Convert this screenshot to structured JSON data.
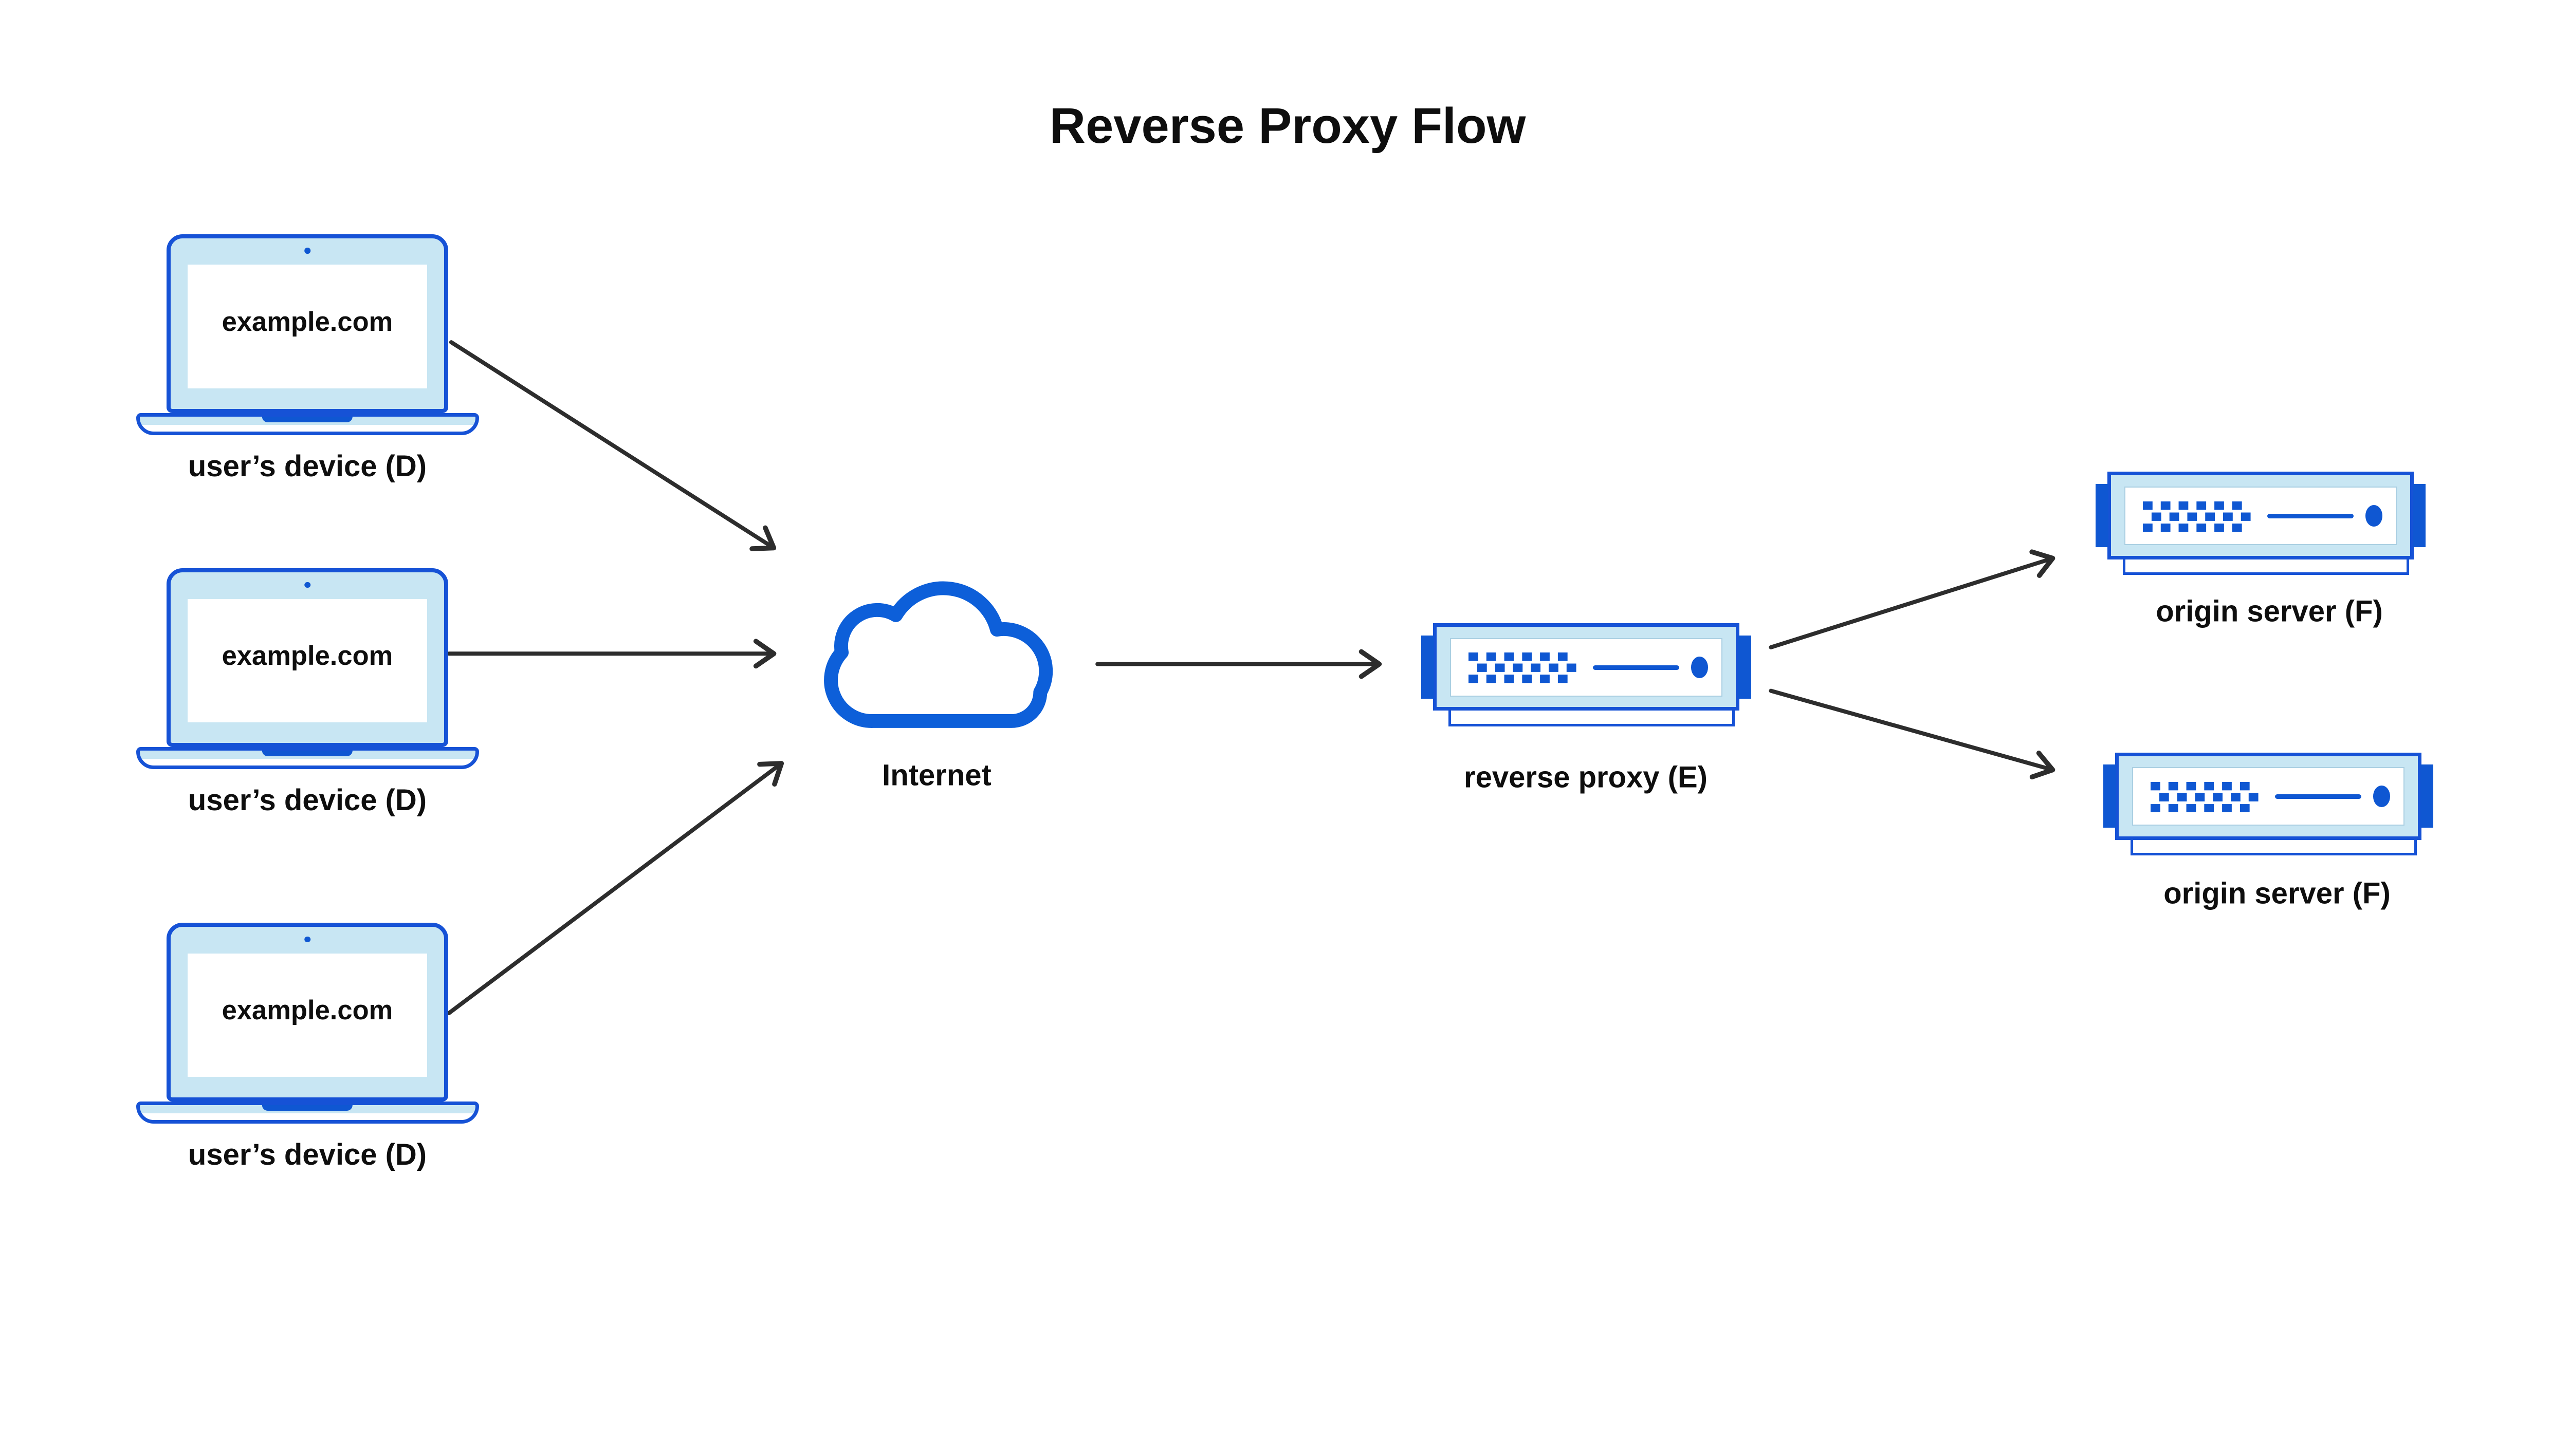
{
  "title": "Reverse Proxy Flow",
  "colors": {
    "primary_blue": "#1652d6",
    "accent_blue": "#0f57d2",
    "cloud_blue": "#0d5fd9",
    "light_blue": "#c8e6f3",
    "panel_white": "#ffffff",
    "arrow_black": "#2d2d2d",
    "text_black": "#0e0e0e"
  },
  "devices": [
    {
      "screen_text": "example.com",
      "label": "user’s device (D)"
    },
    {
      "screen_text": "example.com",
      "label": "user’s device (D)"
    },
    {
      "screen_text": "example.com",
      "label": "user’s device (D)"
    }
  ],
  "internet": {
    "label": "Internet"
  },
  "reverse_proxy": {
    "label": "reverse proxy (E)"
  },
  "origin_servers": [
    {
      "label": "origin server (F)"
    },
    {
      "label": "origin server (F)"
    }
  ]
}
